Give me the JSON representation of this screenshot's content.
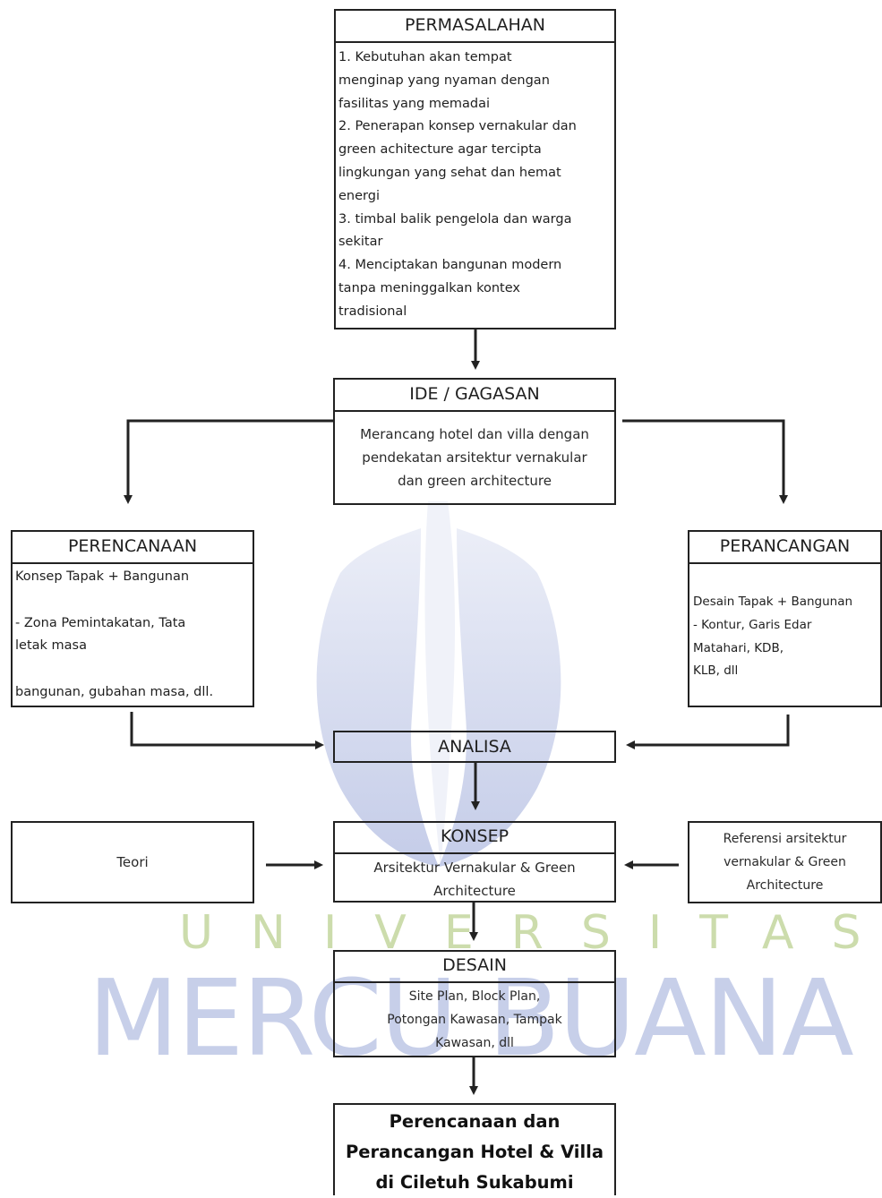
{
  "colors": {
    "line": "#222222",
    "watermark_blue": "#3b55b3",
    "watermark_green": "#8fb24a"
  },
  "watermark": {
    "word1": "UNIVERSITAS",
    "word2": "MERCU BUANA"
  },
  "permasalahan": {
    "title": "PERMASALAHAN",
    "lines": [
      "1. Kebutuhan akan tempat",
      "menginap yang nyaman dengan",
      "fasilitas yang memadai",
      "2. Penerapan konsep vernakular dan",
      "green achitecture agar tercipta",
      "lingkungan yang sehat dan hemat",
      "energi",
      "3. timbal balik pengelola dan warga",
      "sekitar",
      "4. Menciptakan bangunan modern",
      "tanpa meninggalkan kontex",
      "tradisional"
    ]
  },
  "ide": {
    "title": "IDE / GAGASAN",
    "lines": [
      "Merancang hotel dan villa dengan",
      "pendekatan arsitektur vernakular",
      "dan green architecture"
    ]
  },
  "perencanaan": {
    "title": "PERENCANAAN",
    "lines": [
      "Konsep Tapak + Bangunan",
      "",
      "- Zona Pemintakatan, Tata",
      "letak masa",
      "",
      "bangunan, gubahan masa, dll."
    ]
  },
  "perancangan": {
    "title": "PERANCANGAN",
    "lines": [
      "Desain Tapak + Bangunan",
      "- Kontur, Garis Edar",
      "Matahari, KDB,",
      "KLB, dll"
    ]
  },
  "analisa": {
    "title": "ANALISA"
  },
  "teori": {
    "label": "Teori"
  },
  "konsep": {
    "title": "KONSEP",
    "lines": [
      "Arsitektur Vernakular & Green",
      "Architecture"
    ]
  },
  "referensi": {
    "lines": [
      "Referensi arsitektur",
      "vernakular & Green",
      "Architecture"
    ]
  },
  "desain": {
    "title": "DESAIN",
    "lines": [
      "Site Plan, Block Plan,",
      "Potongan Kawasan, Tampak",
      "Kawasan, dll"
    ]
  },
  "final": {
    "lines": [
      "Perencanaan dan",
      "Perancangan Hotel & Villa",
      "di Ciletuh Sukabumi"
    ]
  }
}
